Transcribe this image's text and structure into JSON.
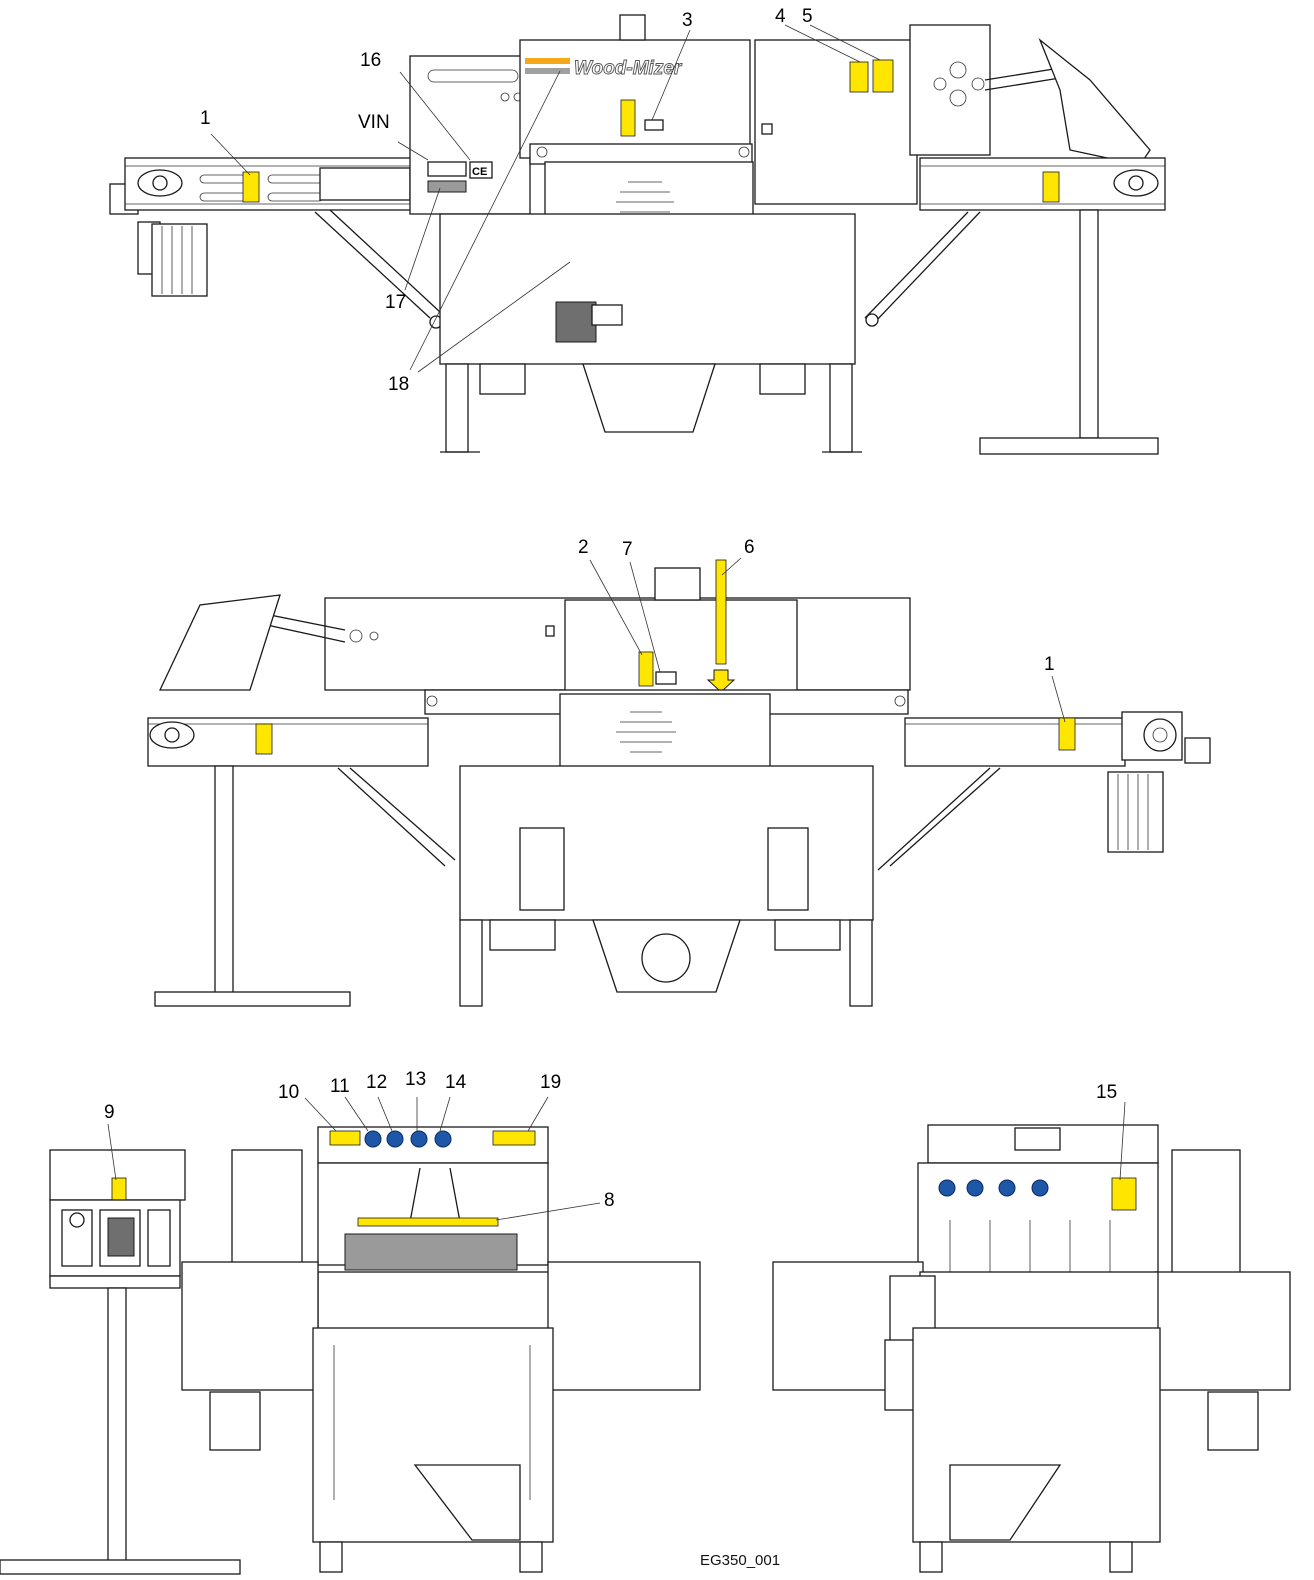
{
  "brand": {
    "logo_text": "Wood-Mizer",
    "model_mark": "EG",
    "model_sub": "350"
  },
  "callouts": {
    "c1a": "1",
    "c1b": "1",
    "c2": "2",
    "c3": "3",
    "c4": "4",
    "c5": "5",
    "c6": "6",
    "c7": "7",
    "c8": "8",
    "c9": "9",
    "c10": "10",
    "c11": "11",
    "c12": "12",
    "c13": "13",
    "c14": "14",
    "c15": "15",
    "c16": "16",
    "c17": "17",
    "c18": "18",
    "c19": "19",
    "vin": "VIN"
  },
  "marks": {
    "ce": "CE"
  },
  "caption": "EG350_001",
  "colors": {
    "warning_yellow": "#ffe600",
    "stripe_orange": "#f5a81c",
    "stripe_gray": "#a0a0a0",
    "mandatory_blue": "#1e56a8"
  }
}
